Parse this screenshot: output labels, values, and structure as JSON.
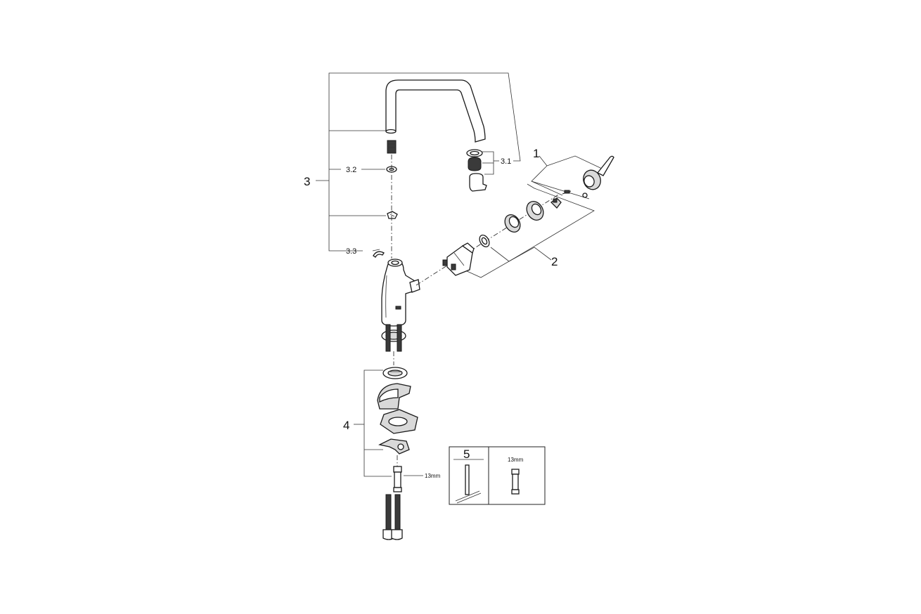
{
  "labels": {
    "part_1": "1",
    "part_2": "2",
    "part_3": "3",
    "part_3_1": "3.1",
    "part_3_2": "3.2",
    "part_3_3": "3.3",
    "part_4": "4",
    "part_5": "5",
    "wrench_size": "13mm",
    "inset_wrench_size": "13mm"
  },
  "colors": {
    "line": "#222222",
    "shade": "#d9d9d9",
    "dark": "#3a3a3a"
  }
}
